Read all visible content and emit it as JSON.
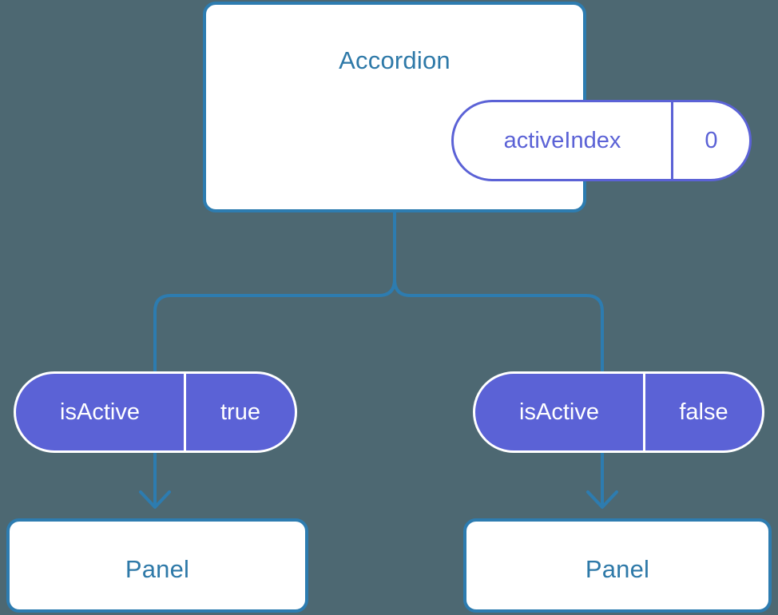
{
  "diagram": {
    "type": "component-tree",
    "background_color": "#4d6872",
    "accent_blue": "#2d7cb0",
    "accent_purple": "#5b62d6",
    "root": {
      "title": "Accordion",
      "state_pill": {
        "key": "activeIndex",
        "value": "0",
        "style": "outlined"
      }
    },
    "children": [
      {
        "prop_pill": {
          "key": "isActive",
          "value": "true",
          "style": "filled"
        },
        "leaf": {
          "title": "Panel"
        }
      },
      {
        "prop_pill": {
          "key": "isActive",
          "value": "false",
          "style": "filled"
        },
        "leaf": {
          "title": "Panel"
        }
      }
    ]
  }
}
